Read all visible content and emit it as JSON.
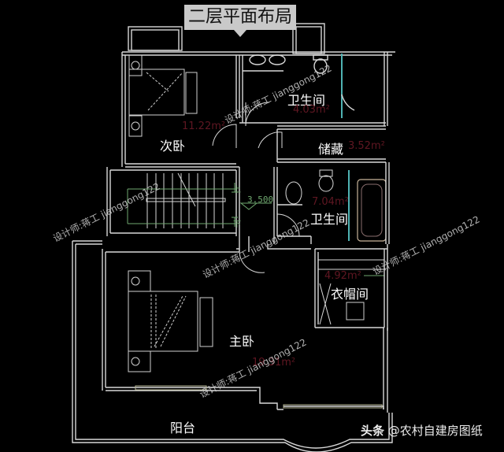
{
  "title": "二层平面布局",
  "rooms": [
    {
      "id": "second-bedroom",
      "name": "次卧",
      "area": "11.22m²"
    },
    {
      "id": "bathroom-upper",
      "name": "卫生间",
      "area": "4.03m²"
    },
    {
      "id": "storage",
      "name": "储藏",
      "area": "3.52m²"
    },
    {
      "id": "bathroom-lower",
      "name": "卫生间",
      "area": "7.04m²"
    },
    {
      "id": "walk-in-closet",
      "name": "衣帽间",
      "area": "4.92m²"
    },
    {
      "id": "master-bedroom",
      "name": "主卧",
      "area": "19.31m²"
    },
    {
      "id": "balcony",
      "name": "阳台",
      "area": ""
    }
  ],
  "stair": {
    "elevation": "3.500",
    "up_label": "上",
    "down_label": "下"
  },
  "watermarks": [
    "设计师:蒋工 jianggong122",
    "设计师:蒋工 jianggong122",
    "设计师:蒋工 jianggong122",
    "设计师:蒋工 jianggong122",
    "设计师:蒋工 jianggong122"
  ],
  "footer": {
    "source": "头条",
    "handle": "@农村自建房图纸"
  },
  "colors": {
    "background": "#000000",
    "walls": "#d8d8d8",
    "title_bg": "#c9c9c9",
    "area_text": "#6a1a26",
    "dimension_green": "#6fa86f",
    "glass_cyan": "#4fb3b3"
  }
}
